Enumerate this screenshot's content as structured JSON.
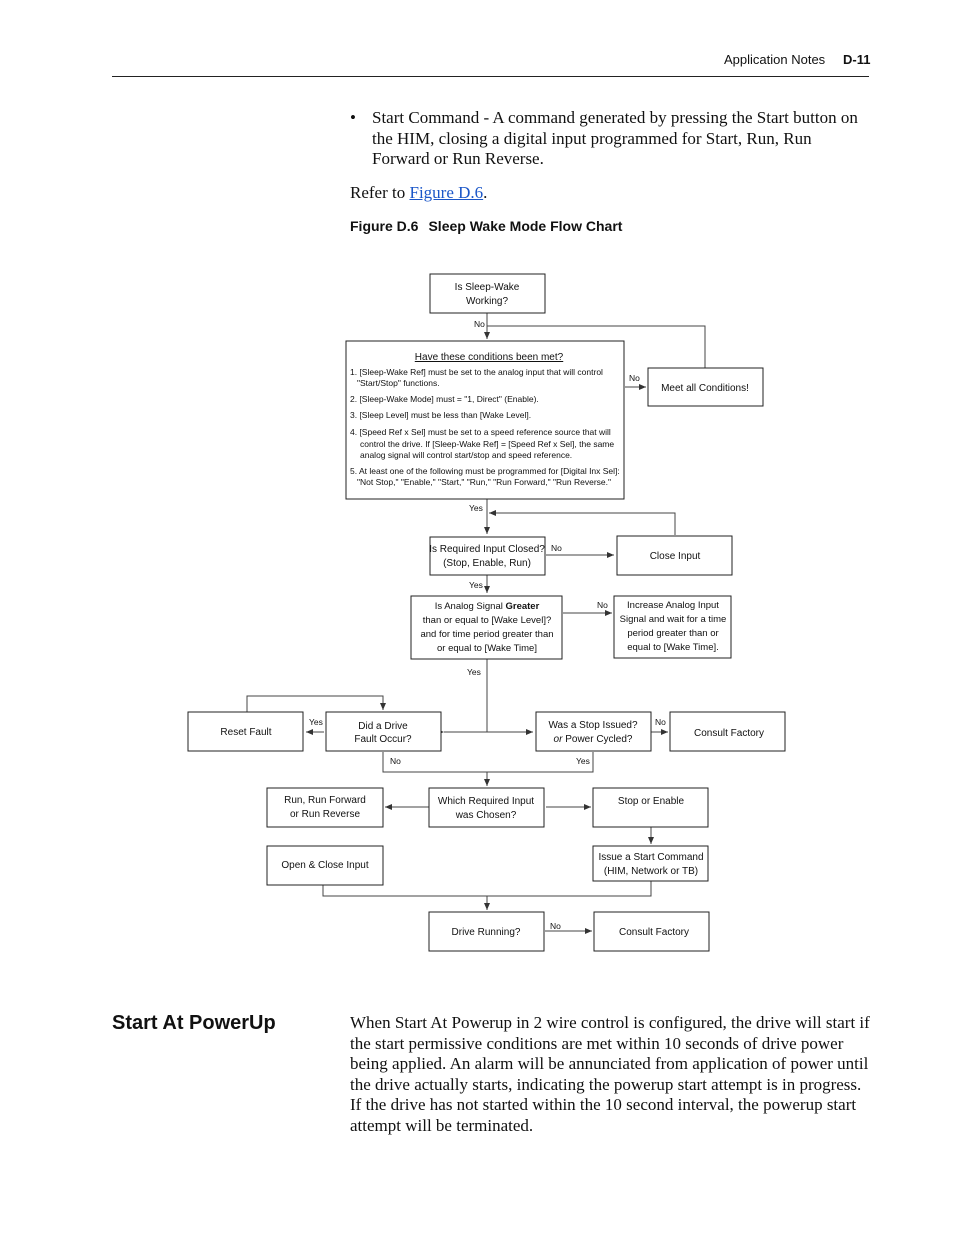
{
  "header": {
    "section": "Application Notes",
    "page": "D-11"
  },
  "bullet": {
    "marker": "•",
    "text": "Start Command - A command generated by pressing the Start button on the HIM, closing a digital input programmed for Start, Run, Run Forward or Run Reverse."
  },
  "refer": {
    "prefix": "Refer to ",
    "link": "Figure D.6",
    "suffix": "."
  },
  "figure": {
    "number": "Figure D.6",
    "title": "Sleep Wake Mode Flow Chart"
  },
  "flow": {
    "start": [
      "Is Sleep-Wake",
      "Working?"
    ],
    "conditions": {
      "title": "Have these conditions been met?",
      "lines": [
        "1.  [Sleep-Wake Ref] must be set to the analog input that will control",
        "\"Start/Stop\" functions.",
        "2.  [Sleep-Wake Mode] must = \"1, Direct\" (Enable).",
        "3.  [Sleep Level] must be less than [Wake Level].",
        "4.  [Speed Ref x Sel] must be set to a speed reference source that will",
        "control the drive. If [Sleep-Wake Ref] = [Speed Ref x Sel], the same",
        "analog signal will control start/stop and speed reference.",
        "5.  At least one of the following must be programmed for [Digital Inx Sel]:",
        "\"Not Stop,\" \"Enable,\" \"Start,\" \"Run,\" \"Run Forward,\" \"Run Reverse.\""
      ]
    },
    "meet_conditions": "Meet all Conditions!",
    "input_closed": [
      "Is Required Input Closed?",
      "(Stop, Enable, Run)"
    ],
    "close_input": "Close Input",
    "analog_q": {
      "pre": "Is Analog Signal ",
      "bold": "Greater",
      "lines": [
        "than or equal to [Wake Level]?",
        "and for time period greater than",
        "or equal to [Wake Time]"
      ]
    },
    "increase_analog": [
      "Increase Analog Input",
      "Signal and wait for a time",
      "period greater than or",
      "equal to [Wake Time]."
    ],
    "reset_fault": "Reset Fault",
    "fault_q": [
      "Did a Drive",
      "Fault Occur?"
    ],
    "stop_q": {
      "line1": "Was a Stop Issued?",
      "italic": "or",
      "line2": " Power Cycled?"
    },
    "consult_factory_1": "Consult Factory",
    "run_forward": [
      "Run, Run Forward",
      "or Run Reverse"
    ],
    "which_input": [
      "Which Required Input",
      "was Chosen?"
    ],
    "stop_enable": "Stop or Enable",
    "open_close": "Open & Close Input",
    "issue_start": [
      "Issue a Start Command",
      "(HIM, Network or TB)"
    ],
    "drive_running": "Drive Running?",
    "consult_factory_2": "Consult Factory",
    "labels": {
      "yes": "Yes",
      "no": "No"
    }
  },
  "section": {
    "title": "Start At PowerUp",
    "body": "When Start At Powerup in 2 wire control is configured, the drive will start if the start permissive conditions are met within 10 seconds of drive power being applied. An alarm will be annunciated from application of power until the drive actually starts, indicating the powerup start attempt is in progress. If the drive has not started within the 10 second interval, the powerup start attempt will be terminated."
  }
}
